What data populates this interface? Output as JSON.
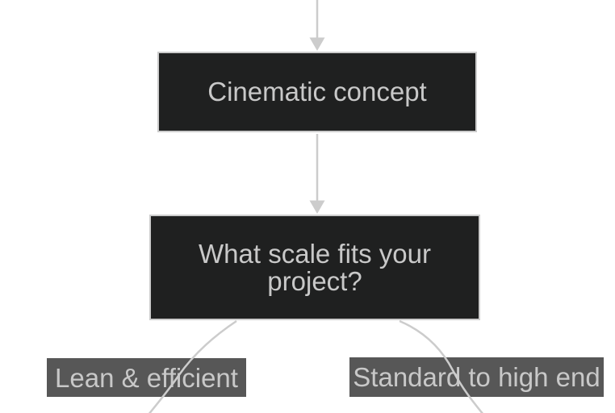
{
  "diagram": {
    "type": "flowchart",
    "direction": "top-down",
    "background": "#ffffff",
    "line_color": "#cccccc",
    "nodes": [
      {
        "id": "cinematic-concept",
        "label": "Cinematic concept",
        "fill": "#1f2020",
        "border_color": "#cccccc",
        "text_color": "#c8c8c8"
      },
      {
        "id": "scale-question",
        "label": "What scale fits your project?",
        "fill": "#1f2020",
        "border_color": "#cccccc",
        "text_color": "#c8c8c8"
      }
    ],
    "edge_labels": [
      {
        "id": "lean-efficient",
        "label": "Lean & efficient",
        "bg": "#575757",
        "text_color": "#c8c8c8"
      },
      {
        "id": "standard-high-end",
        "label": "Standard to high end",
        "bg": "#575757",
        "text_color": "#c8c8c8"
      }
    ]
  }
}
